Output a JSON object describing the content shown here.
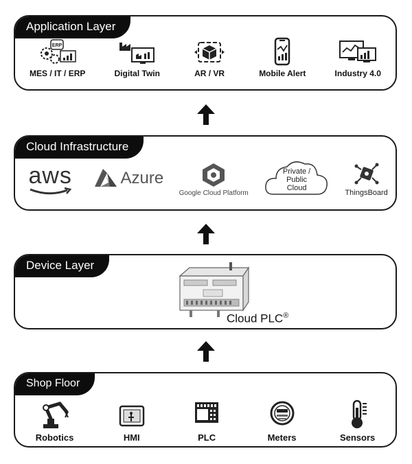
{
  "layers": {
    "application": {
      "title": "Application Layer",
      "items": [
        {
          "label": "MES / IT / ERP",
          "icon": "erp-gears-icon"
        },
        {
          "label": "Digital Twin",
          "icon": "factory-monitor-icon"
        },
        {
          "label": "AR / VR",
          "icon": "ar-vr-cube-icon"
        },
        {
          "label": "Mobile Alert",
          "icon": "mobile-chart-icon"
        },
        {
          "label": "Industry 4.0",
          "icon": "monitor-chart-icon"
        }
      ]
    },
    "cloud": {
      "title": "Cloud Infrastructure",
      "items": [
        {
          "label": "aws",
          "icon": "aws-logo"
        },
        {
          "label": "Azure",
          "icon": "azure-logo"
        },
        {
          "label": "Google Cloud Platform",
          "icon": "gcp-logo"
        },
        {
          "label_lines": [
            "Private /",
            "Public",
            "Cloud"
          ],
          "icon": "cloud-icon"
        },
        {
          "label": "ThingsBoard",
          "icon": "thingsboard-logo"
        }
      ]
    },
    "device": {
      "title": "Device Layer",
      "device_label": "Cloud PLC",
      "device_mark": "®"
    },
    "shop_floor": {
      "title": "Shop Floor",
      "items": [
        {
          "label": "Robotics",
          "icon": "robot-arm-icon"
        },
        {
          "label": "HMI",
          "icon": "hmi-panel-icon"
        },
        {
          "label": "PLC",
          "icon": "plc-icon"
        },
        {
          "label": "Meters",
          "icon": "meter-icon"
        },
        {
          "label": "Sensors",
          "icon": "thermometer-icon"
        }
      ]
    }
  },
  "colors": {
    "frame": "#1a1a1a",
    "tab": "#0d0d0d",
    "logo_gray": "#555555"
  }
}
